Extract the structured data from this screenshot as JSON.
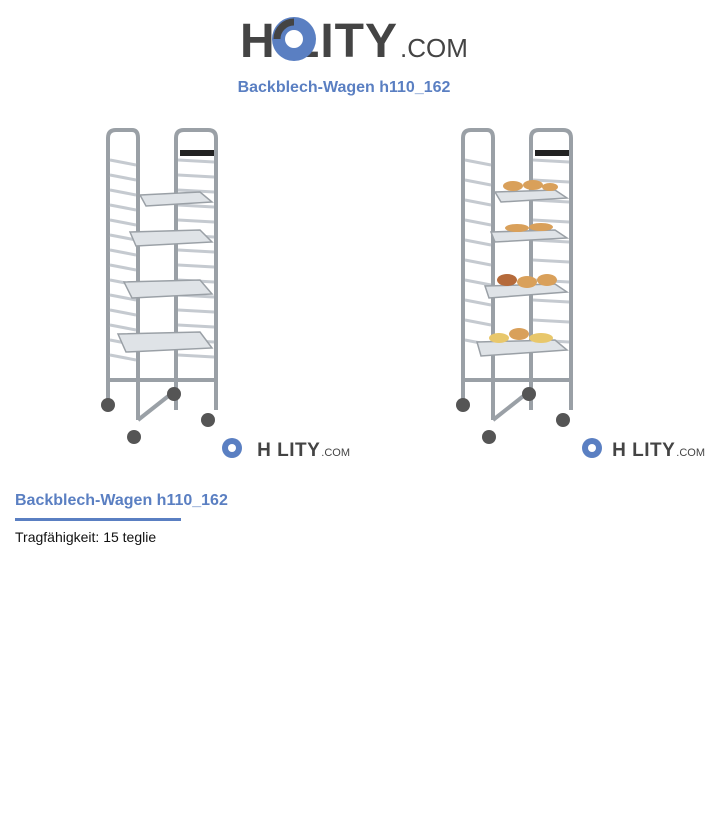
{
  "header": {
    "logo_main": "H LITY",
    "logo_tld": ".COM",
    "title": "Backblech-Wagen h110_162"
  },
  "images": [
    {
      "logo_main": "H LITY",
      "logo_tld": ".COM",
      "state": "empty-trays"
    },
    {
      "logo_main": "H LITY",
      "logo_tld": ".COM",
      "state": "trays-with-pastries"
    }
  ],
  "product": {
    "heading": "Backblech-Wagen h110_162",
    "capacity": "Tragfähigkeit: 15 teglie"
  },
  "colors": {
    "accent": "#5a7fc2",
    "logo_grey": "#444444",
    "steel": "#b9bec4"
  }
}
